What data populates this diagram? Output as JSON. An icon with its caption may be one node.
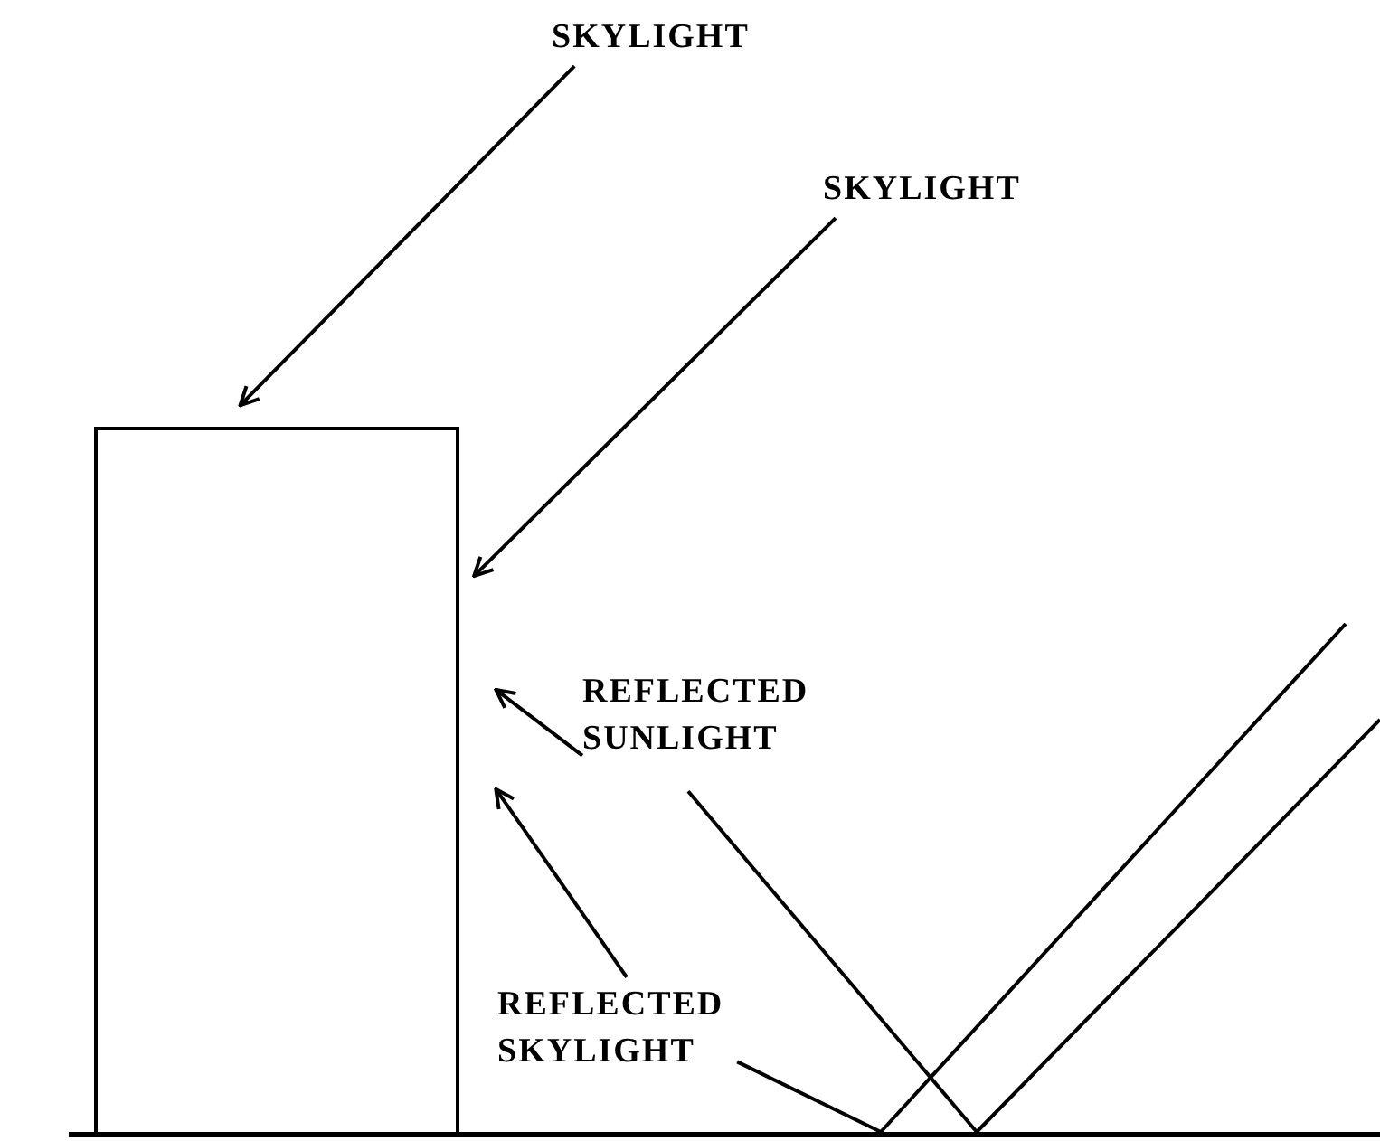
{
  "diagram": {
    "nodes": [
      {
        "text": [],
        "shape": "box"
      },
      {
        "text": [
          "SKYLIGHT"
        ]
      },
      {
        "text": [
          "SKYLIGHT"
        ]
      },
      {
        "text": [
          "REFLECTED SUNLIGHT"
        ]
      },
      {
        "text": [
          "REFLECTED SKYLIGHT"
        ]
      },
      {
        "text": [],
        "shape": "bar"
      }
    ],
    "edges": [
      {
        "from": 1,
        "to": 0,
        "arrow": "to"
      },
      {
        "from": 2,
        "to": 0,
        "arrow": "to"
      },
      {
        "from": 3,
        "to": 0,
        "arrow": "to"
      },
      {
        "from": 4,
        "to": 0,
        "arrow": "to"
      },
      {
        "from": 3,
        "to": 5,
        "arrow": "none"
      },
      {
        "from": 4,
        "to": 5,
        "arrow": "none"
      },
      {
        "from": null,
        "to": 5,
        "arrow": "none"
      },
      {
        "from": null,
        "to": 5,
        "arrow": "none"
      }
    ]
  }
}
